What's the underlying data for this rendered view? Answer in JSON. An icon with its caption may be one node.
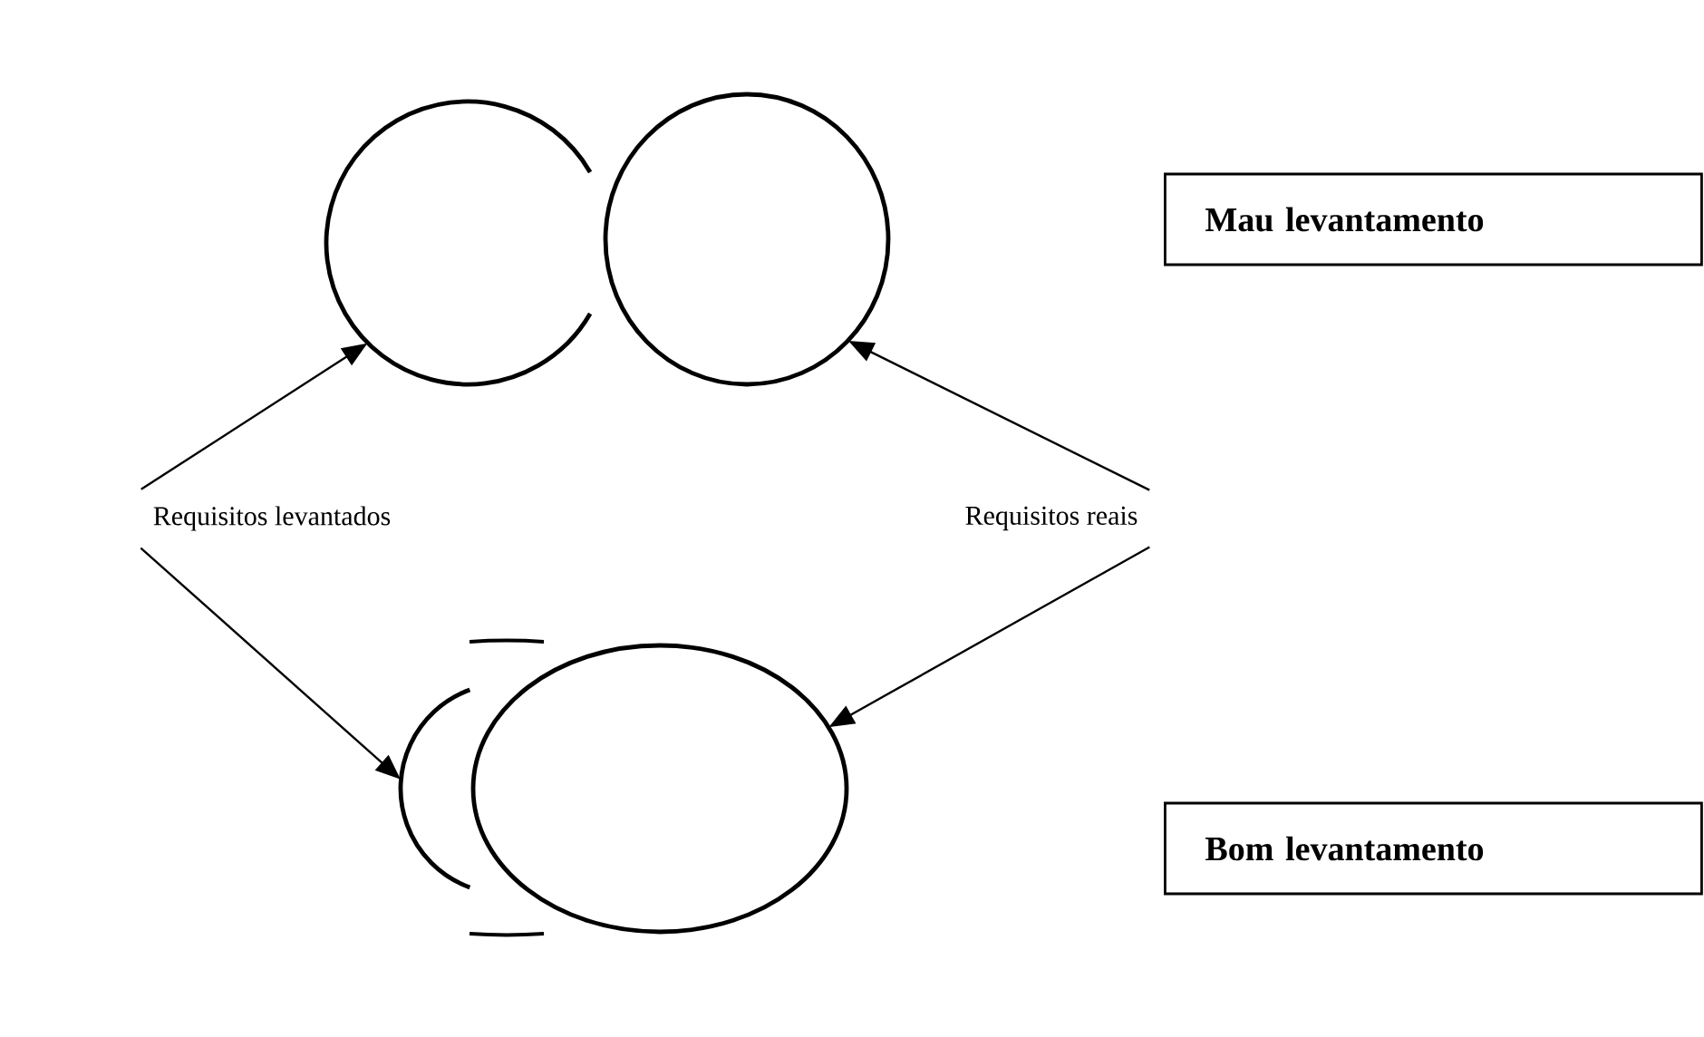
{
  "diagram": {
    "nodes": [
      {
        "text": [],
        "shape": "circle"
      },
      {
        "text": [],
        "shape": "circle"
      },
      {
        "text": [
          "Mau levantamento"
        ]
      },
      {
        "text": [
          "Requisitos levantados"
        ]
      },
      {
        "text": [
          "Requisitos reais"
        ]
      },
      {
        "text": [],
        "shape": "arc"
      },
      {
        "text": [],
        "shape": "circle"
      },
      {
        "text": [
          "Bom levantamento"
        ]
      }
    ],
    "edges": [
      {
        "from": 3,
        "to": 0,
        "arrow": "to"
      },
      {
        "from": 4,
        "to": 1,
        "arrow": "to"
      },
      {
        "from": 3,
        "to": 5,
        "arrow": "to"
      },
      {
        "from": 4,
        "to": 6,
        "arrow": "to"
      }
    ]
  }
}
